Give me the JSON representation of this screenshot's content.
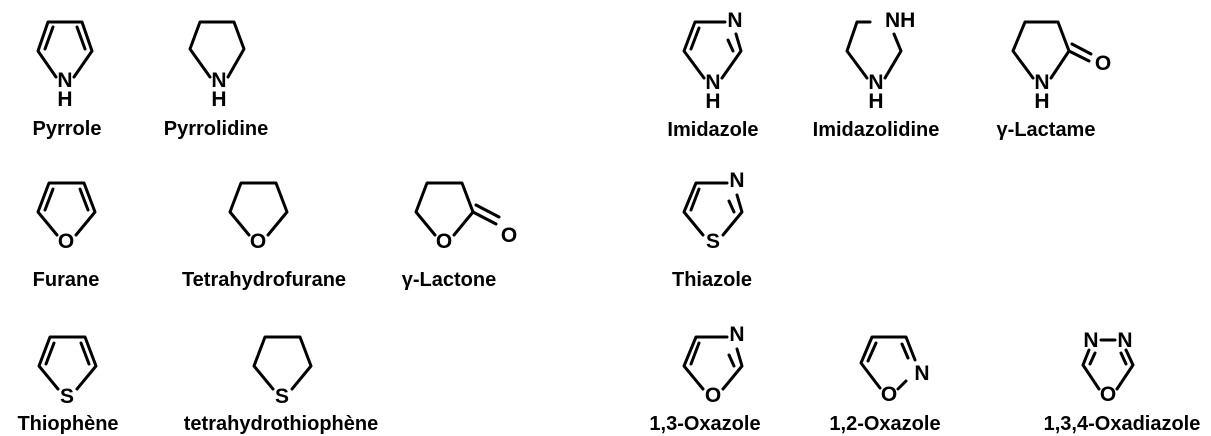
{
  "molecules": [
    {
      "id": "pyrrole",
      "name": "Pyrrole",
      "ring": {
        "heteroatom": "N",
        "substituent": "H"
      }
    },
    {
      "id": "pyrrolidine",
      "name": "Pyrrolidine",
      "ring": {
        "heteroatom": "N",
        "substituent": "H"
      }
    },
    {
      "id": "imidazole",
      "name": "Imidazole",
      "ring": {
        "heteroatom_1": "N",
        "substituent": "H",
        "heteroatom_3": "N"
      }
    },
    {
      "id": "imidazolidine",
      "name": "Imidazolidine",
      "ring": {
        "heteroatom_1": "N",
        "substituent": "H",
        "heteroatom_3": "NH"
      }
    },
    {
      "id": "gamma-lactame",
      "name": "γ-Lactame",
      "ring": {
        "heteroatom": "N",
        "substituent": "H",
        "carbonyl": "O"
      }
    },
    {
      "id": "furane",
      "name": "Furane",
      "ring": {
        "heteroatom": "O"
      }
    },
    {
      "id": "tetrahydrofurane",
      "name": "Tetrahydrofurane",
      "ring": {
        "heteroatom": "O"
      }
    },
    {
      "id": "gamma-lactone",
      "name": "γ-Lactone",
      "ring": {
        "heteroatom": "O",
        "carbonyl": "O"
      }
    },
    {
      "id": "thiazole",
      "name": "Thiazole",
      "ring": {
        "heteroatom_1": "S",
        "heteroatom_3": "N"
      }
    },
    {
      "id": "thiophene",
      "name": "Thiophène",
      "ring": {
        "heteroatom": "S"
      }
    },
    {
      "id": "tetrahydrothiophene",
      "name": "tetrahydrothiophène",
      "ring": {
        "heteroatom": "S"
      }
    },
    {
      "id": "oxazole-13",
      "name": "1,3-Oxazole",
      "ring": {
        "heteroatom_1": "O",
        "heteroatom_3": "N"
      }
    },
    {
      "id": "oxazole-12",
      "name": "1,2-Oxazole",
      "ring": {
        "heteroatom_1": "O",
        "heteroatom_2": "N"
      }
    },
    {
      "id": "oxadiazole-134",
      "name": "1,3,4-Oxadiazole",
      "ring": {
        "heteroatom_1": "O",
        "heteroatom_3": "N",
        "heteroatom_4": "N"
      }
    }
  ]
}
